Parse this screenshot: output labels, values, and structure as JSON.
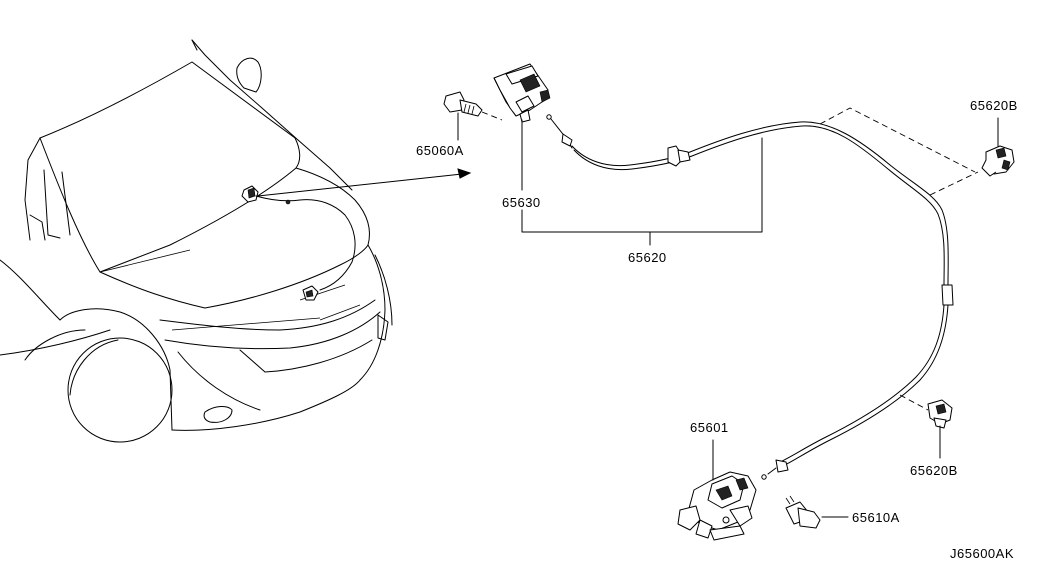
{
  "labels": {
    "bolt_65060A": "65060A",
    "handle_65630": "65630",
    "cable_65620": "65620",
    "clip_65620B_top": "65620B",
    "clip_65620B_bottom": "65620B",
    "lock_65601": "65601",
    "bolt_65610A": "65610A",
    "diagram_code": "J65600AK"
  },
  "colors": {
    "line": "#000000",
    "background": "#ffffff"
  }
}
